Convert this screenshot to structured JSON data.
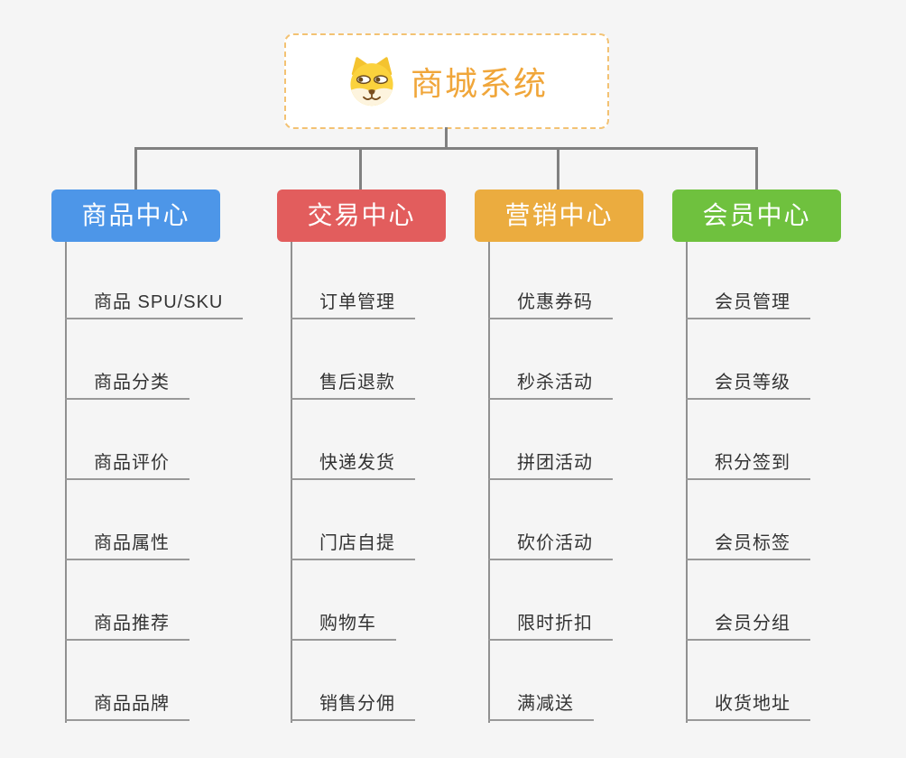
{
  "root": {
    "title": "商城系统",
    "icon": "dog-face-icon"
  },
  "branches": [
    {
      "label": "商品中心",
      "color": "#4D96E8",
      "children": [
        "商品 SPU/SKU",
        "商品分类",
        "商品评价",
        "商品属性",
        "商品推荐",
        "商品品牌"
      ]
    },
    {
      "label": "交易中心",
      "color": "#E25D5D",
      "children": [
        "订单管理",
        "售后退款",
        "快递发货",
        "门店自提",
        "购物车",
        "销售分佣"
      ]
    },
    {
      "label": "营销中心",
      "color": "#EBAC3F",
      "children": [
        "优惠券码",
        "秒杀活动",
        "拼团活动",
        "砍价活动",
        "限时折扣",
        "满减送"
      ]
    },
    {
      "label": "会员中心",
      "color": "#6FC13E",
      "children": [
        "会员管理",
        "会员等级",
        "积分签到",
        "会员标签",
        "会员分组",
        "收货地址"
      ]
    }
  ],
  "colors": {
    "background": "#F5F5F5",
    "connector": "#808080",
    "spine": "#909090",
    "underline": "#999999",
    "item_text": "#333333",
    "root_border": "#F3C273",
    "root_text": "#F0A63A",
    "branch_text": "#FFFFFF"
  }
}
